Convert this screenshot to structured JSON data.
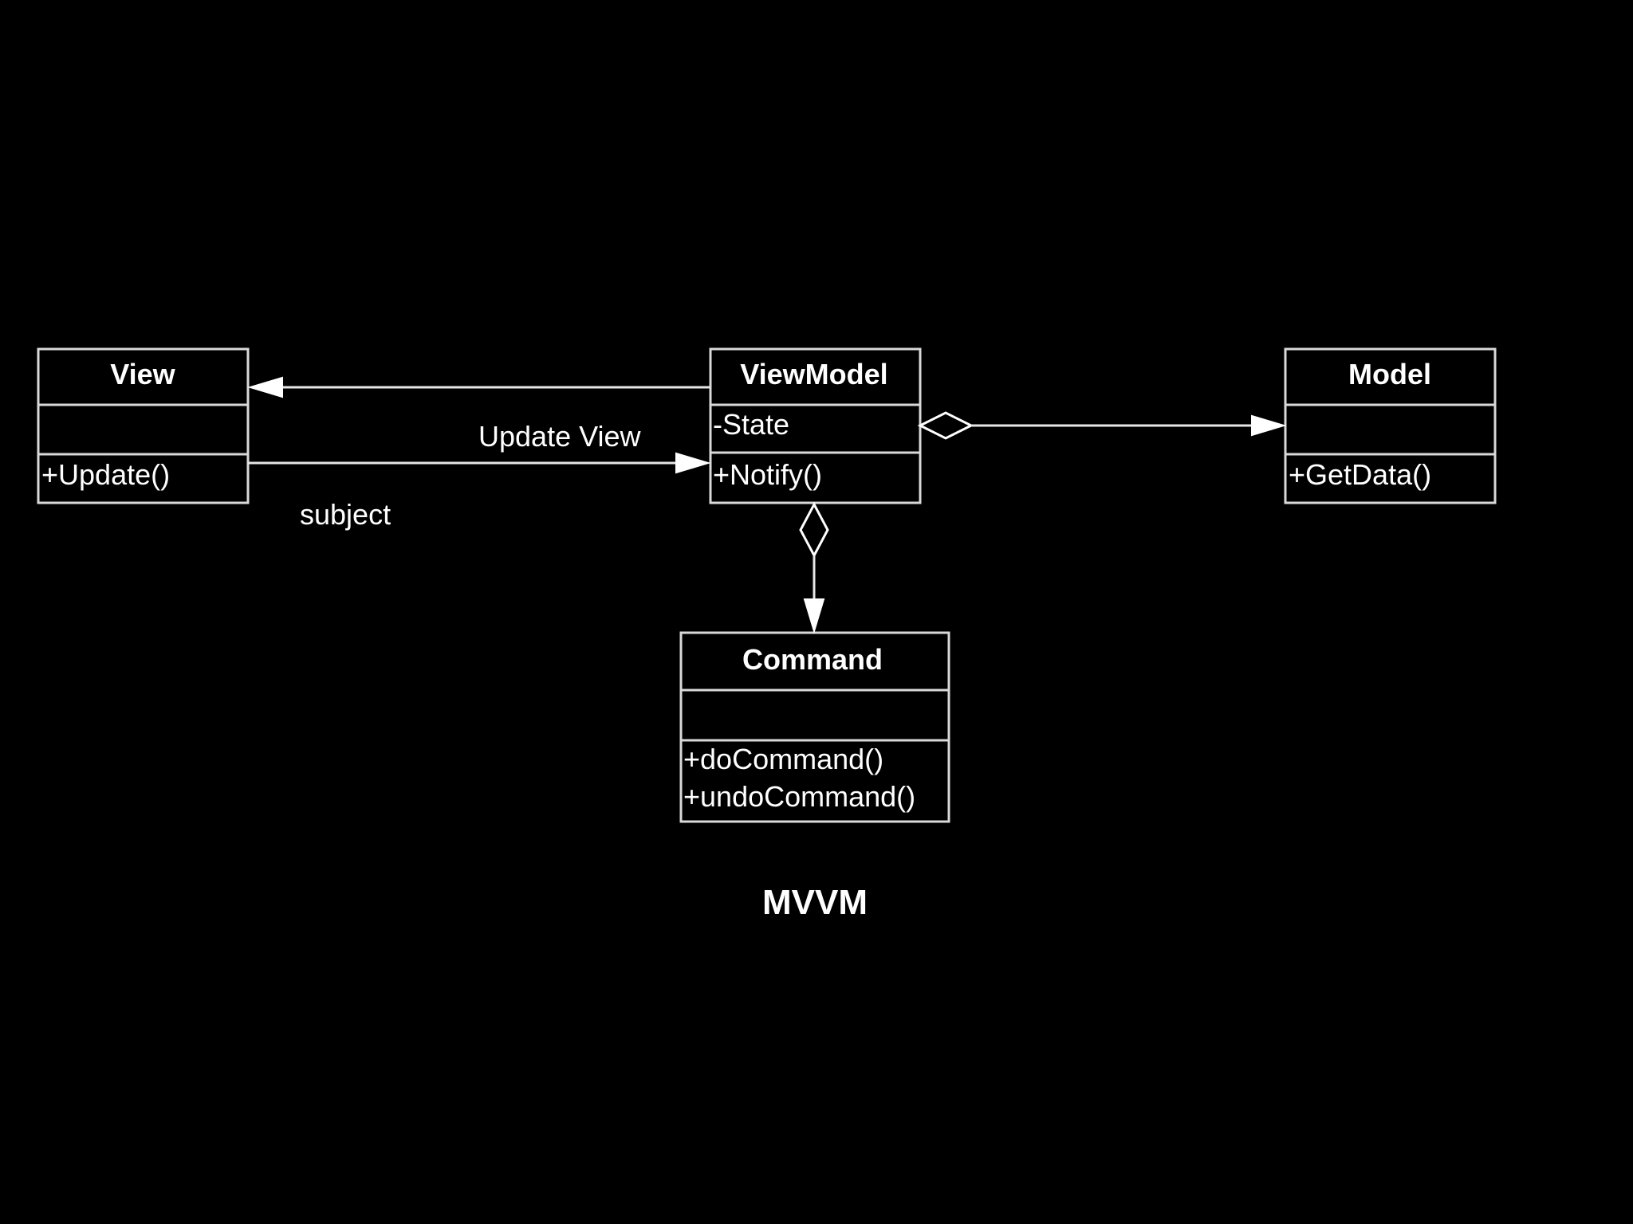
{
  "caption": "MVVM",
  "classes": {
    "view": {
      "name": "View",
      "attributes": [],
      "methods": [
        "+Update()"
      ]
    },
    "viewmodel": {
      "name": "ViewModel",
      "attributes": [
        "-State"
      ],
      "methods": [
        "+Notify()"
      ]
    },
    "model": {
      "name": "Model",
      "attributes": [],
      "methods": [
        "+GetData()"
      ]
    },
    "command": {
      "name": "Command",
      "attributes": [],
      "methods": [
        "+doCommand()",
        "+undoCommand()"
      ]
    }
  },
  "edges": {
    "update_view_label": "Update View",
    "subject_label": "subject"
  }
}
